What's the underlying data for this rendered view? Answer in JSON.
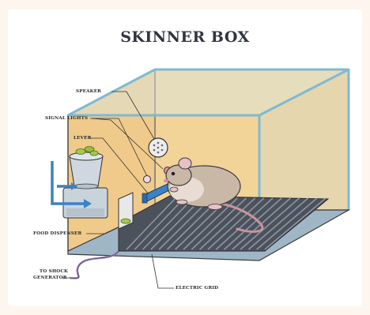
{
  "title": "SKINNER BOX",
  "labels": {
    "speaker": "SPEAKER",
    "signal_lights": "SIGNAL LIGHTS",
    "lever": "LEVER",
    "food_dispenser": "FOOD DISPENSER",
    "to_shock": "TO SHOCK",
    "generator": "GENERATOR",
    "electric_grid": "ELECTRIC GRID"
  },
  "colors": {
    "box_wall": "#f7c878",
    "glass": "#cfe7ef",
    "frame_edge": "#7fb9d3",
    "grid_bar": "#5d6470",
    "rat": "#c9b8a6",
    "accent_blue": "#3b82c4",
    "cable": "#9b7fb8"
  }
}
